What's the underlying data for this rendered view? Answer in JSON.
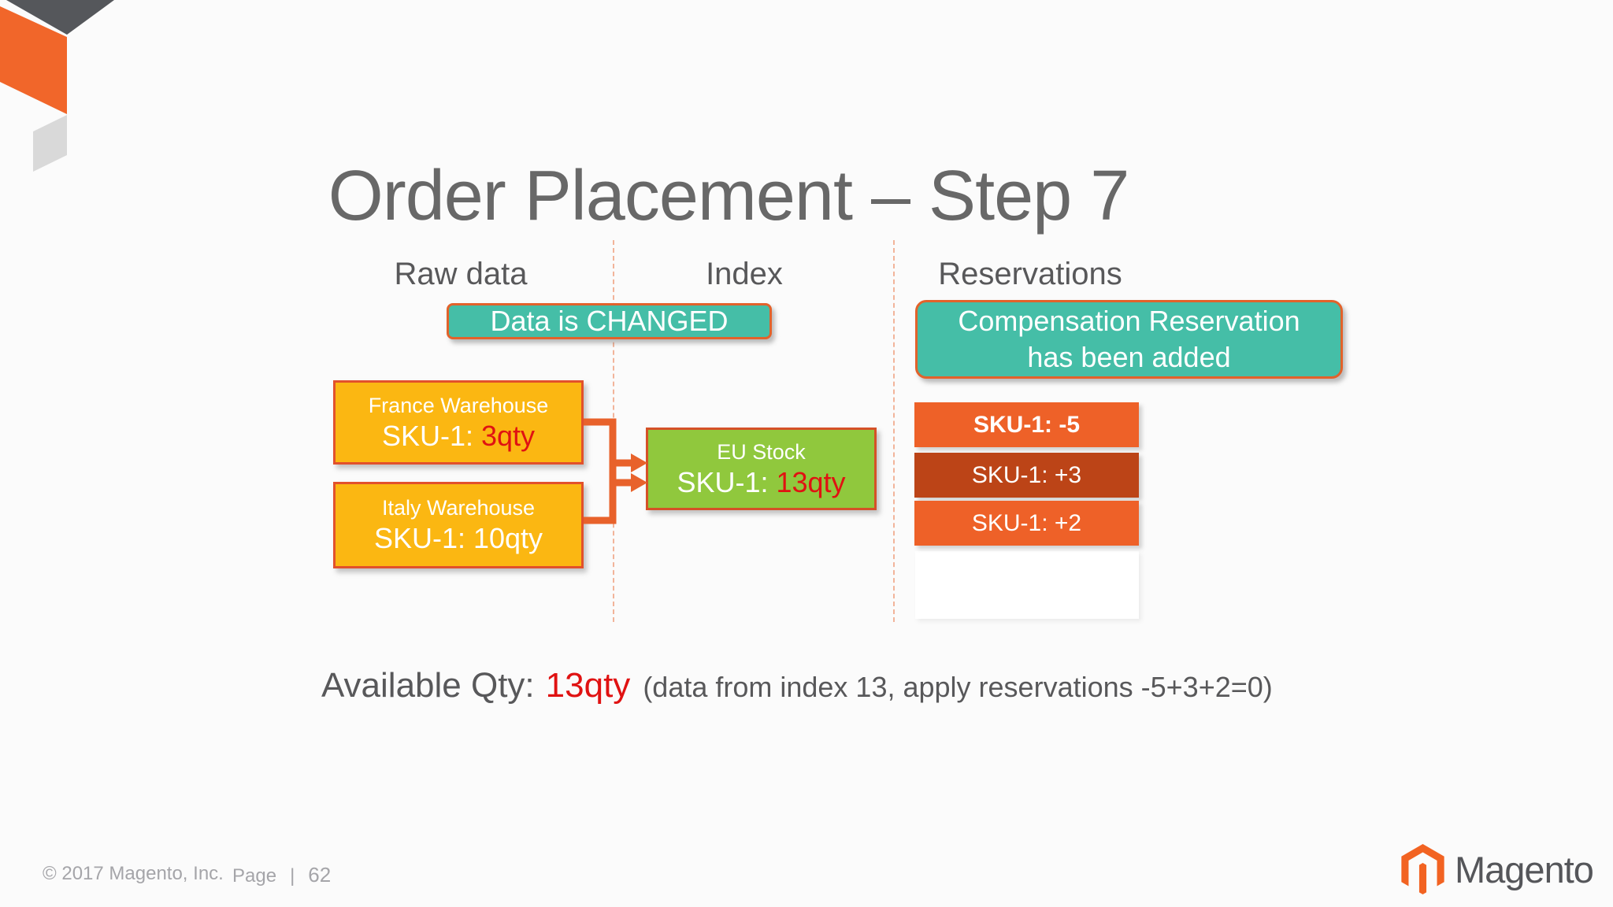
{
  "title": "Order Placement – Step 7",
  "columns": {
    "raw_data": "Raw data",
    "index": "Index",
    "reservations": "Reservations"
  },
  "callouts": {
    "data_changed": "Data is CHANGED",
    "compensation_line1": "Compensation Reservation",
    "compensation_line2": "has been added"
  },
  "nodes": {
    "france": {
      "name": "France Warehouse",
      "sku": "SKU-1:",
      "qty": "3qty"
    },
    "italy": {
      "name": "Italy Warehouse",
      "sku": "SKU-1:",
      "qty": "10qty"
    },
    "eu": {
      "name": "EU Stock",
      "sku": "SKU-1:",
      "qty": "13qty"
    }
  },
  "reservations": [
    {
      "label": "SKU-1: -5"
    },
    {
      "label": "SKU-1: +3"
    },
    {
      "label": "SKU-1: +2"
    }
  ],
  "summary": {
    "label": "Available Qty:",
    "qty": "13qty",
    "note": "(data from index 13, apply reservations -5+3+2=0)"
  },
  "footer": {
    "copyright": "© 2017 Magento, Inc.",
    "page_label": "Page",
    "page_separator": "|",
    "page_number": "62"
  },
  "brand": {
    "name": "Magento"
  },
  "colors": {
    "bg": "#FBFBFB",
    "teal": "#45BEA7",
    "teal_border": "#E2622B",
    "orange_box": "#FBB712",
    "orange_box_border": "#E2512B",
    "green_box": "#90C83D",
    "green_box_border": "#D55127",
    "connector": "#E8622B",
    "bar_orange": "#EE6128",
    "bar_dark": "#BC4417",
    "red_text": "#E01212",
    "title_gray": "#686868",
    "text_gray": "#58585A",
    "footer_gray": "#A5A5A9",
    "brand_orange": "#F26322",
    "deco_dark": "#55575B",
    "deco_light": "#D9D9D9",
    "dash": "#F2B49A"
  }
}
